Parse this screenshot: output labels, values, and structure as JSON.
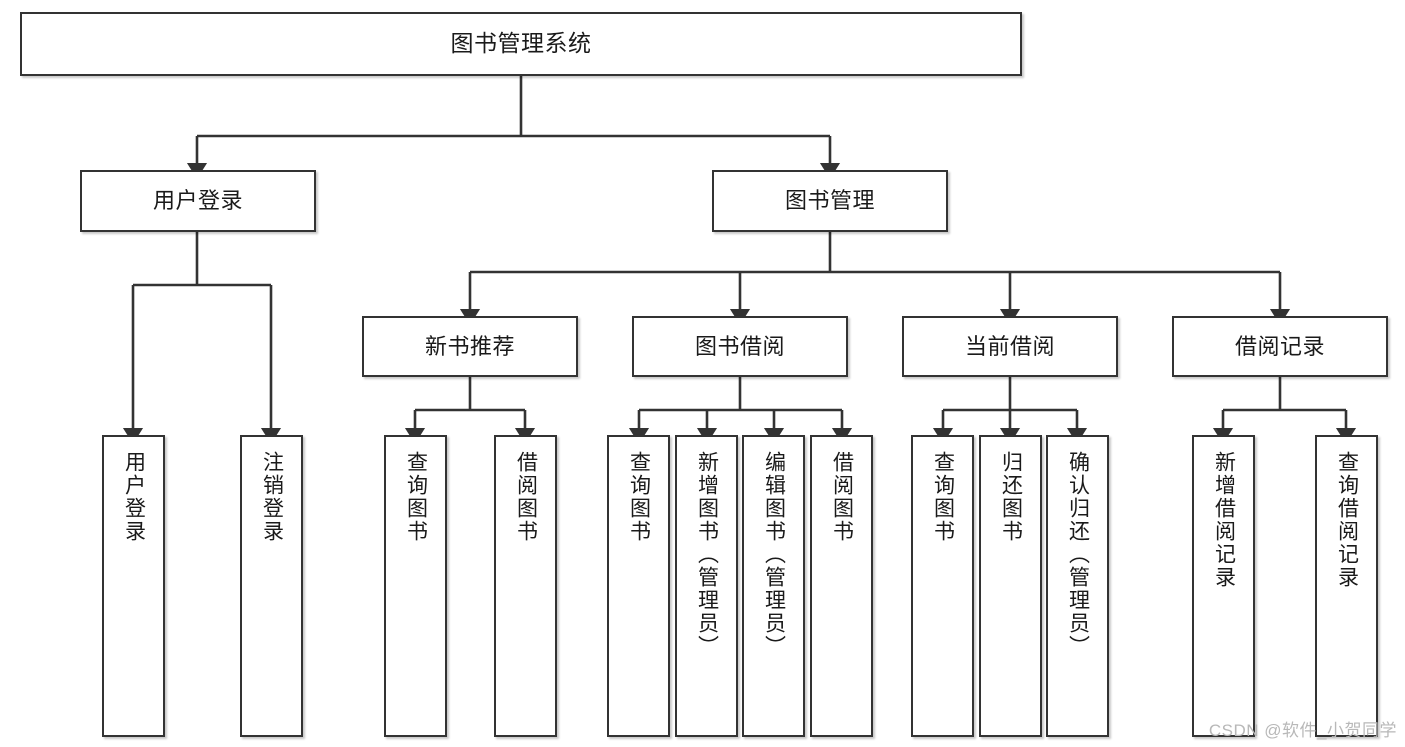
{
  "diagram": {
    "title": "图书管理系统",
    "type": "tree",
    "orientation": "top-down",
    "colors": {
      "box_border": "#333333",
      "box_fill": "#ffffff",
      "edge": "#333333",
      "text": "#1a1a1a",
      "watermark": "#b8b8b8",
      "background": "#ffffff"
    },
    "nodes": {
      "root": {
        "label": "图书管理系统"
      },
      "level1": [
        {
          "id": "user-login",
          "label": "用户登录"
        },
        {
          "id": "book-manage",
          "label": "图书管理"
        }
      ],
      "level2": [
        {
          "id": "new-book-recommend",
          "label": "新书推荐"
        },
        {
          "id": "book-borrow",
          "label": "图书借阅"
        },
        {
          "id": "current-borrow",
          "label": "当前借阅"
        },
        {
          "id": "borrow-record",
          "label": "借阅记录"
        }
      ],
      "leaves": {
        "user-login": [
          {
            "id": "leaf-user-login",
            "label": "用户登录"
          },
          {
            "id": "leaf-logout-login",
            "label": "注销登录"
          }
        ],
        "new-book-recommend": [
          {
            "id": "leaf-query-book-1",
            "label": "查询图书"
          },
          {
            "id": "leaf-borrow-book-1",
            "label": "借阅图书"
          }
        ],
        "book-borrow": [
          {
            "id": "leaf-query-book-2",
            "label": "查询图书"
          },
          {
            "id": "leaf-add-book",
            "label": "新增图书（管理员）"
          },
          {
            "id": "leaf-edit-book",
            "label": "编辑图书（管理员）"
          },
          {
            "id": "leaf-borrow-book-2",
            "label": "借阅图书"
          }
        ],
        "current-borrow": [
          {
            "id": "leaf-query-book-3",
            "label": "查询图书"
          },
          {
            "id": "leaf-return-book",
            "label": "归还图书"
          },
          {
            "id": "leaf-confirm-return",
            "label": "确认归还（管理员）"
          }
        ],
        "borrow-record": [
          {
            "id": "leaf-add-record",
            "label": "新增借阅记录"
          },
          {
            "id": "leaf-query-record",
            "label": "查询借阅记录"
          }
        ]
      }
    }
  },
  "watermark": {
    "text": "CSDN @软件_小贺同学"
  }
}
